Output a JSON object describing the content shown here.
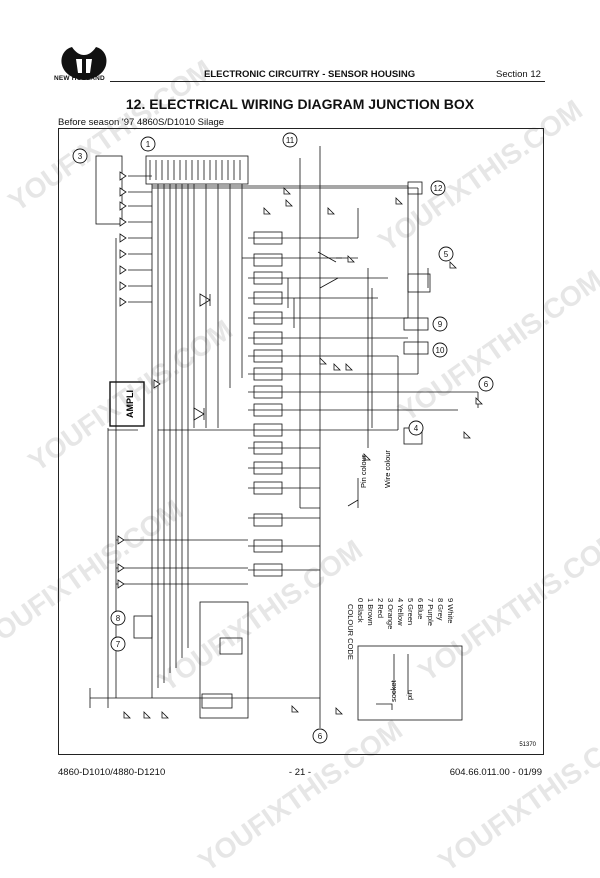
{
  "header": {
    "brand": "NEW HOLLAND",
    "title": "ELECTRONIC CIRCUITRY - SENSOR HOUSING",
    "section": "Section 12"
  },
  "page_title": "12.  ELECTRICAL WIRING DIAGRAM JUNCTION BOX",
  "subtitle": "Before season '97 4860S/D1010 Silage",
  "diagram": {
    "callouts": [
      "1",
      "3",
      "4",
      "5",
      "6",
      "7",
      "8",
      "9",
      "10",
      "11",
      "12"
    ],
    "ampli_label": "AMPLI",
    "pin_colour_label": "Pin colour",
    "wire_colour_label": "Wire colour",
    "colour_code_title": "COLOUR CODE",
    "colour_code": [
      "0 Black",
      "1 Brown",
      "2 Red",
      "3 Orange",
      "4 Yellow",
      "5 Green",
      "6 Blue",
      "7 Purple",
      "8 Grey",
      "9 White"
    ],
    "socket_label": "socket",
    "pin_label": "pin",
    "figure_number": "51370"
  },
  "footer": {
    "left": "4860-D1010/4880-D1210",
    "center": "- 21 -",
    "right": "604.66.011.00 - 01/99"
  },
  "watermark": "YOUFIXTHIS.COM"
}
